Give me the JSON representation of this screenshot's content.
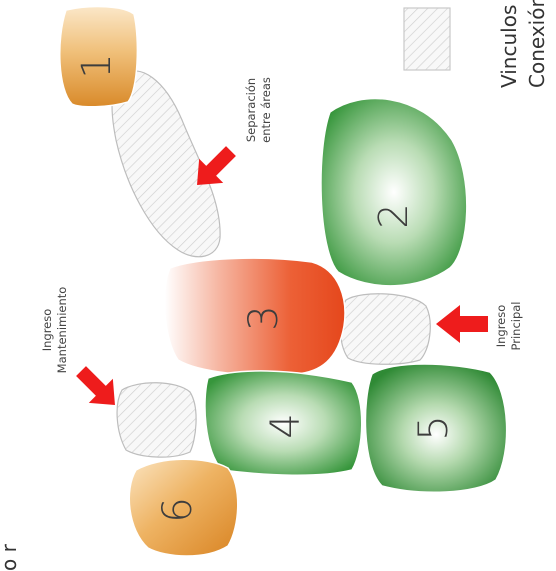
{
  "areas": [
    {
      "id": "1",
      "color": "#e8502a"
    },
    {
      "id": "2",
      "color": "#3a9a3f"
    },
    {
      "id": "3",
      "color": "#3a9a3f"
    },
    {
      "id": "4",
      "color": "#3a9a3f"
    },
    {
      "id": "5",
      "color": "#e0963a"
    },
    {
      "id": "6",
      "color": "#e0963a"
    }
  ],
  "annotations": {
    "separacion": [
      "Separación",
      "entre áreas"
    ],
    "mantenimiento": [
      "Ingreso",
      "Mantenimiento"
    ],
    "principal": [
      "Ingreso",
      "Principal"
    ]
  },
  "legend": {
    "line1": "Vinculos d",
    "line2": "Conexiór"
  },
  "edge_fragment": "o r",
  "colors": {
    "arrow": "#ee1c1c",
    "hatch_stroke": "#c9c9c9",
    "hatch_fill": "#f7f7f7",
    "green": "#3a9a3f",
    "orange": "#e0963a",
    "red": "#e8502a"
  }
}
